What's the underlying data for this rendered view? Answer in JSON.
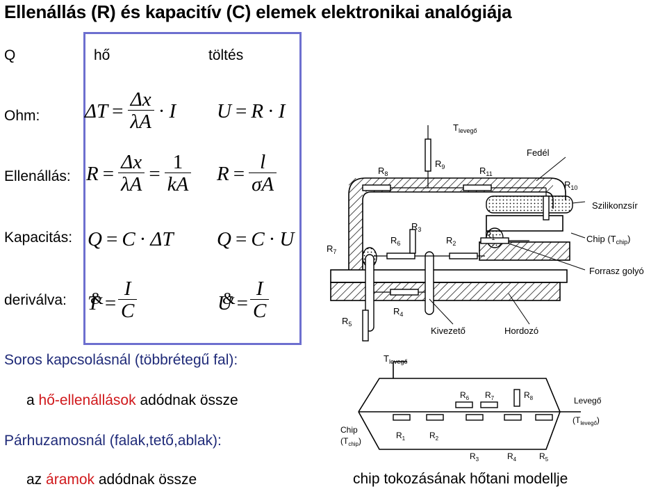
{
  "title": "Ellenállás (R) és kapacitív (C) elemek elektronikai analógiája",
  "header": {
    "q": "Q",
    "heat": "hő",
    "charge": "töltés"
  },
  "rows": {
    "ohm": "Ohm:",
    "resistance": "Ellenállás:",
    "capacitance": "Kapacitás:",
    "derivative": "deriválva:"
  },
  "eq": {
    "dT": "ΔT",
    "dx": "Δx",
    "lamA": "λA",
    "I": "I",
    "equals": "=",
    "dot": "·",
    "U": "U",
    "R": "R",
    "one": "1",
    "kA": "kA",
    "l": "l",
    "sigA": "σA",
    "Q": "Q",
    "C": "C",
    "T": "T",
    "amp": "&"
  },
  "text": {
    "series": "Soros kapcsolásnál (többrétegű fal):",
    "series_pre": "a ",
    "series_hl": "hő-ellenállások",
    "series_post": " adódnak össze",
    "parallel": "Párhuzamosnál (falak,tető,ablak):",
    "parallel_pre": "az ",
    "parallel_hl": "áramok",
    "parallel_post": " adódnak össze",
    "caption": "chip tokozásának hőtani modellje"
  },
  "diagram": {
    "t_levego": "T",
    "t_levego_sub": "levegő",
    "fedel": "Fedél",
    "szilikon": "Szilikonzsír",
    "chip_t": "Chip (T",
    "chip_sub": "chip",
    "chip_close": ")",
    "forrasz": "Forrasz golyó",
    "kivezeto": "Kivezető",
    "hordozo": "Hordozó",
    "R1": "R",
    "s1": "1",
    "R2": "R",
    "s2": "2",
    "R3": "R",
    "s3": "3",
    "R4": "R",
    "s4": "4",
    "R5": "R",
    "s5": "5",
    "R6": "R",
    "s6": "6",
    "R7": "R",
    "s7": "7",
    "R8": "R",
    "s8": "8",
    "R9": "R",
    "s9": "9",
    "R10": "R",
    "s10": "10",
    "R11": "R",
    "s11": "11"
  },
  "circuit": {
    "t_levego": "T",
    "t_levego_sub": "levegő",
    "levego": "Levegő",
    "t_lev2": "(T",
    "t_lev2_sub": "levegő",
    "t_lev2_close": ")",
    "chip": "Chip",
    "tchip": "(T",
    "tchip_sub": "chip",
    "tchip_close": ")",
    "r6": "R",
    "s6": "6",
    "r7": "R",
    "s7": "7",
    "r8": "R",
    "s8": "8",
    "r1": "R",
    "s1": "1",
    "r2": "R",
    "s2": "2",
    "r3": "R",
    "s3": "3",
    "r4": "R",
    "s4": "4",
    "r5": "R",
    "s5": "5"
  }
}
